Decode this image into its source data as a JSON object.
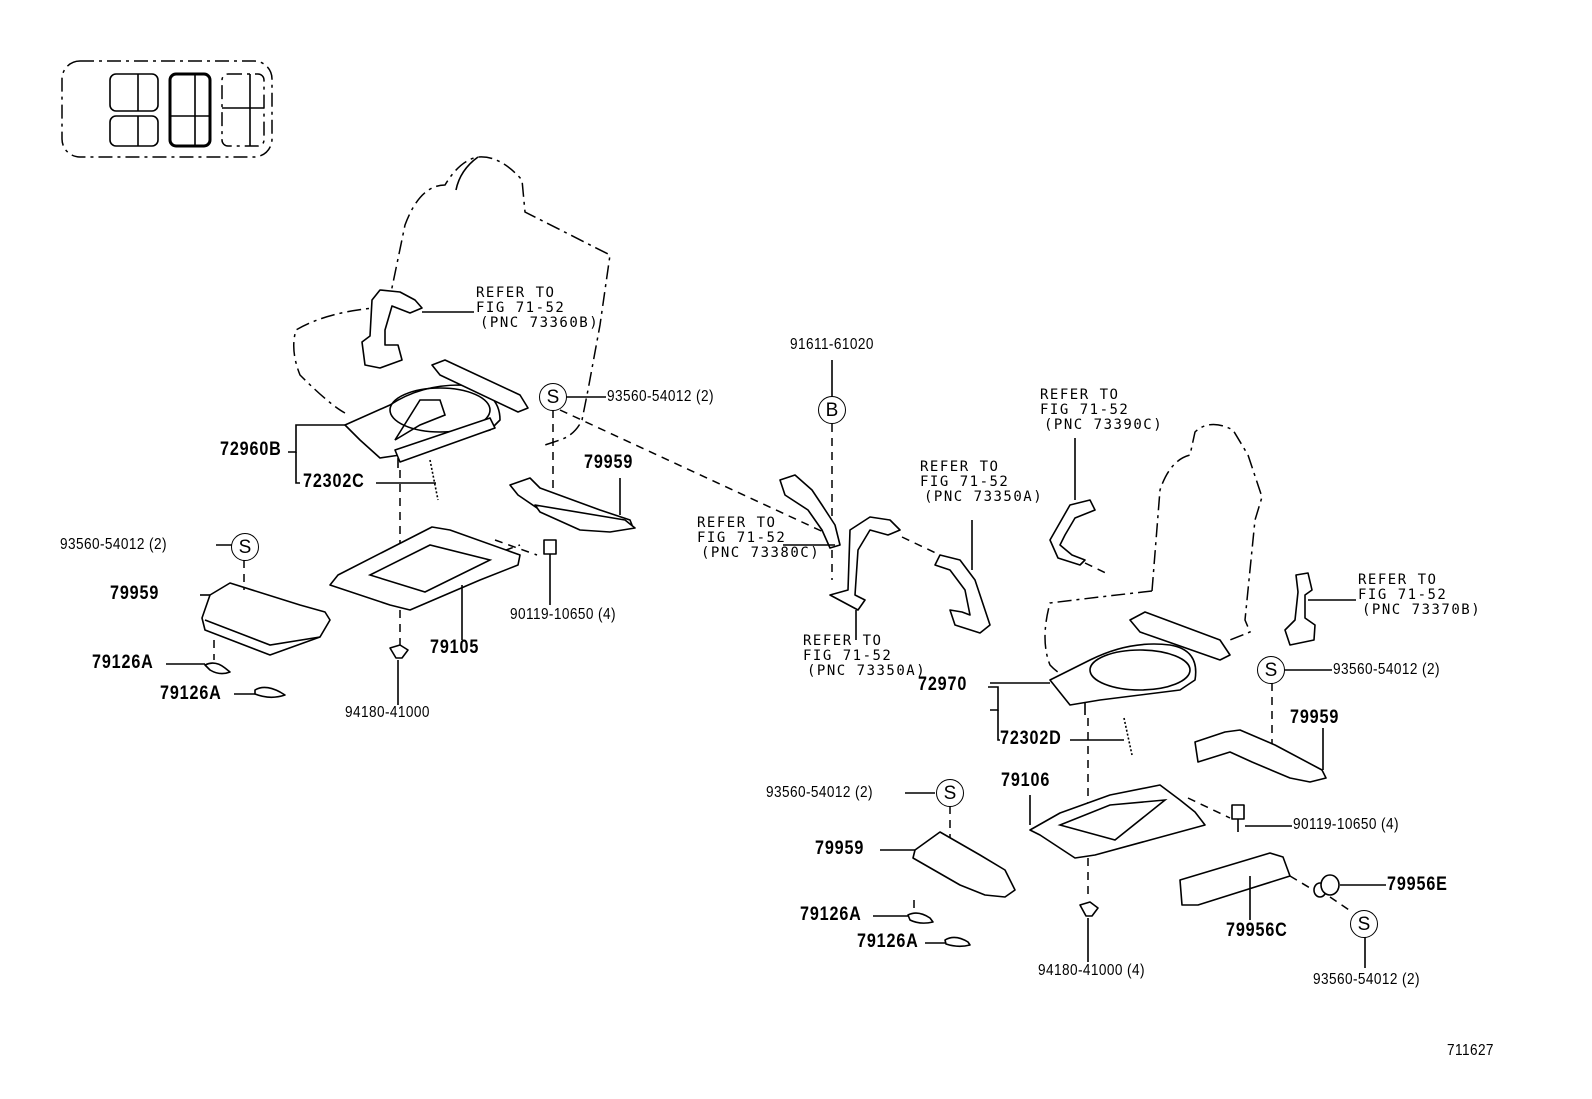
{
  "figure_id": "711627",
  "locator": {
    "icon": "vehicle-seat-locator-icon",
    "highlighted_row": "middle"
  },
  "left_seat": {
    "belt_ref": {
      "line1": "REFER TO",
      "line2": "FIG 71-52",
      "line3": "(PNC 73360B)"
    },
    "screw_top": {
      "symbol": "S",
      "label": "93560-54012 (2)"
    },
    "adjuster": "72960B",
    "spring": "72302C",
    "cover_upper": "79959",
    "screw_left": {
      "symbol": "S",
      "label": "93560-54012 (2)"
    },
    "cover_lower": "79959",
    "clip_a": "79126A",
    "clip_b": "79126A",
    "frame": "79105",
    "bolt": "90119-10650 (4)",
    "grommet": "94180-41000"
  },
  "center": {
    "bolt_top": {
      "symbol": "B",
      "label": "91611-61020"
    },
    "ref_380c": {
      "line1": "REFER TO",
      "line2": "FIG 71-52",
      "line3": "(PNC 73380C)"
    },
    "ref_350a_bottom": {
      "line1": "REFER TO",
      "line2": "FIG 71-52",
      "line3": "(PNC 73350A)"
    },
    "ref_350a_top": {
      "line1": "REFER TO",
      "line2": "FIG 71-52",
      "line3": "(PNC 73350A)"
    }
  },
  "right_seat": {
    "belt_ref": {
      "line1": "REFER TO",
      "line2": "FIG 71-52",
      "line3": "(PNC 73390C)"
    },
    "buckle_ref": {
      "line1": "REFER TO",
      "line2": "FIG 71-52",
      "line3": "(PNC 73370B)"
    },
    "screw_right": {
      "symbol": "S",
      "label": "93560-54012 (2)"
    },
    "adjuster": "72970",
    "spring": "72302D",
    "cover_right": "79959",
    "frame": "79106",
    "bolt": "90119-10650 (4)",
    "screw_left": {
      "symbol": "S",
      "label": "93560-54012 (2)"
    },
    "cover_left": "79959",
    "clip_a": "79126A",
    "clip_b": "79126A",
    "grommet": "94180-41000 (4)",
    "bracket": "79956C",
    "nut": "79956E",
    "screw_bottom": {
      "symbol": "S",
      "label": "93560-54012 (2)"
    }
  }
}
